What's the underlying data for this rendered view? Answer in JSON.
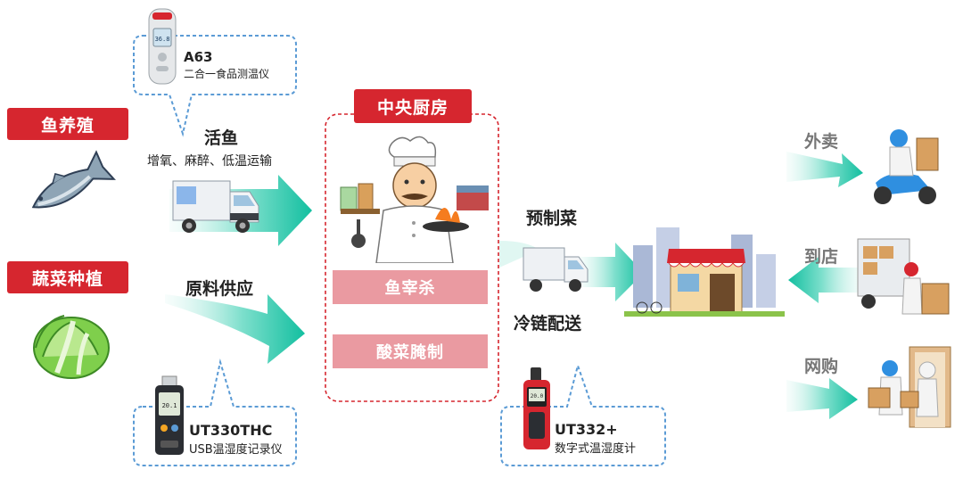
{
  "sources": {
    "fish_farming": "鱼养殖",
    "vegetable_planting": "蔬菜种植"
  },
  "devices": {
    "a63": {
      "model": "A63",
      "desc": "二合一食品测温仪",
      "screen": "36.8"
    },
    "ut330thc": {
      "model": "UT330THC",
      "desc": "USB温湿度记录仪",
      "screen": "20.1"
    },
    "ut332": {
      "model": "UT332+",
      "desc": "数字式温湿度计",
      "screen": "20.0"
    }
  },
  "flows": {
    "live_fish": "活鱼",
    "live_fish_desc": "增氧、麻醉、低温运输",
    "raw_supply": "原料供应",
    "prepared_dish": "预制菜",
    "cold_chain": "冷链配送"
  },
  "kitchen": {
    "title": "中央厨房",
    "steps": [
      "鱼宰杀",
      "酸菜腌制"
    ]
  },
  "channels": {
    "takeaway": "外卖",
    "in_store": "到店",
    "online": "网购"
  },
  "colors": {
    "red": "#d6262f",
    "pink": "#ea9aa1",
    "teal": "#1ec3a6",
    "dash_blue": "#5b9bd5"
  }
}
